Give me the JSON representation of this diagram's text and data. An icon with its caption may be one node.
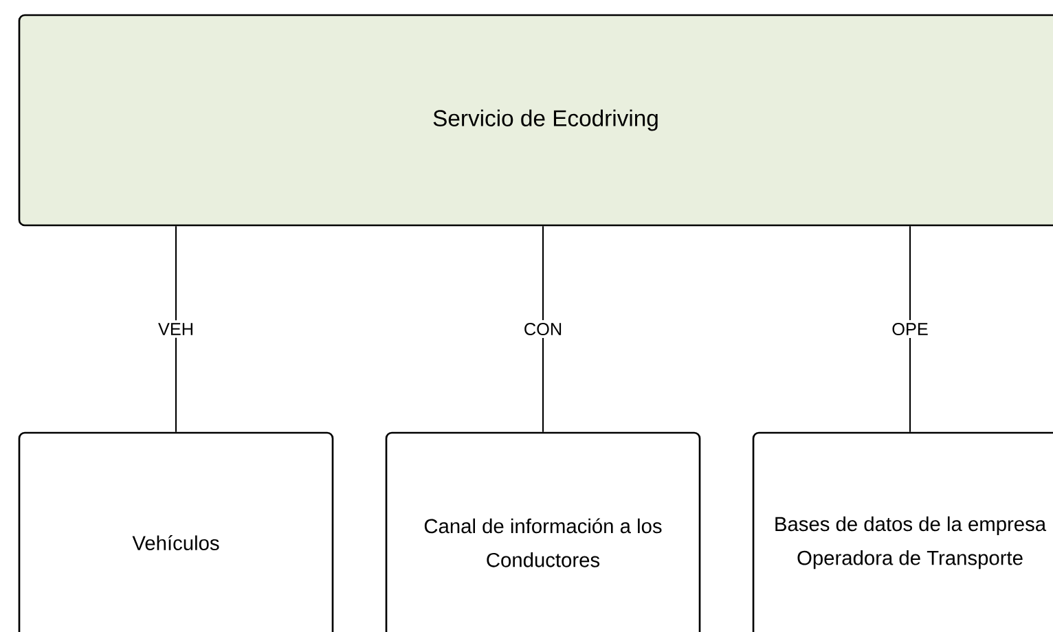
{
  "diagram": {
    "nodes": [
      {
        "text": [
          "Servicio de Ecodriving"
        ]
      },
      {
        "text": [
          "Vehículos"
        ]
      },
      {
        "text": [
          "Canal de información a los Conductores"
        ]
      },
      {
        "text": [
          "Bases de datos de la empresa Operadora de Transporte"
        ]
      }
    ],
    "edges": [
      {
        "from": 0,
        "to": 1,
        "arrow": "none",
        "label": "VEH"
      },
      {
        "from": 0,
        "to": 2,
        "arrow": "none",
        "label": "CON"
      },
      {
        "from": 0,
        "to": 3,
        "arrow": "none",
        "label": "OPE"
      }
    ]
  }
}
